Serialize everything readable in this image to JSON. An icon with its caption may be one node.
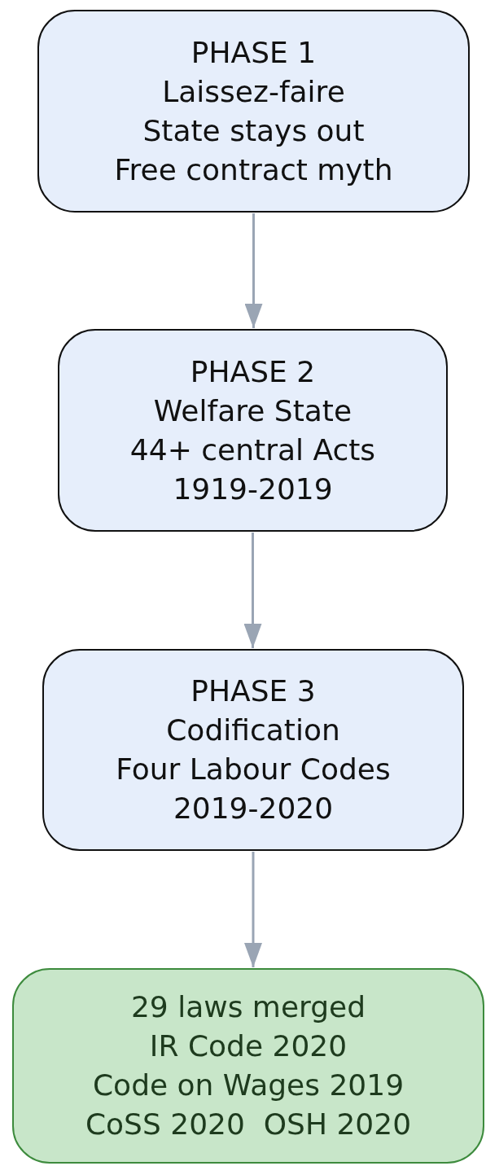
{
  "diagram": {
    "nodes": [
      {
        "text": [
          "PHASE 1",
          "Laissez-faire",
          "State stays out",
          "Free contract myth"
        ]
      },
      {
        "text": [
          "PHASE 2",
          "Welfare State",
          "44+ central Acts",
          "1919-2019"
        ]
      },
      {
        "text": [
          "PHASE 3",
          "Codification",
          "Four Labour Codes",
          "2019-2020"
        ]
      },
      {
        "text": [
          "29 laws merged",
          "IR Code 2020",
          "Code on Wages 2019",
          "CoSS 2020  OSH 2020"
        ]
      }
    ],
    "edges": [
      {
        "from": 0,
        "to": 1,
        "arrow": "to"
      },
      {
        "from": 1,
        "to": 2,
        "arrow": "to"
      },
      {
        "from": 2,
        "to": 3,
        "arrow": "to"
      }
    ]
  }
}
